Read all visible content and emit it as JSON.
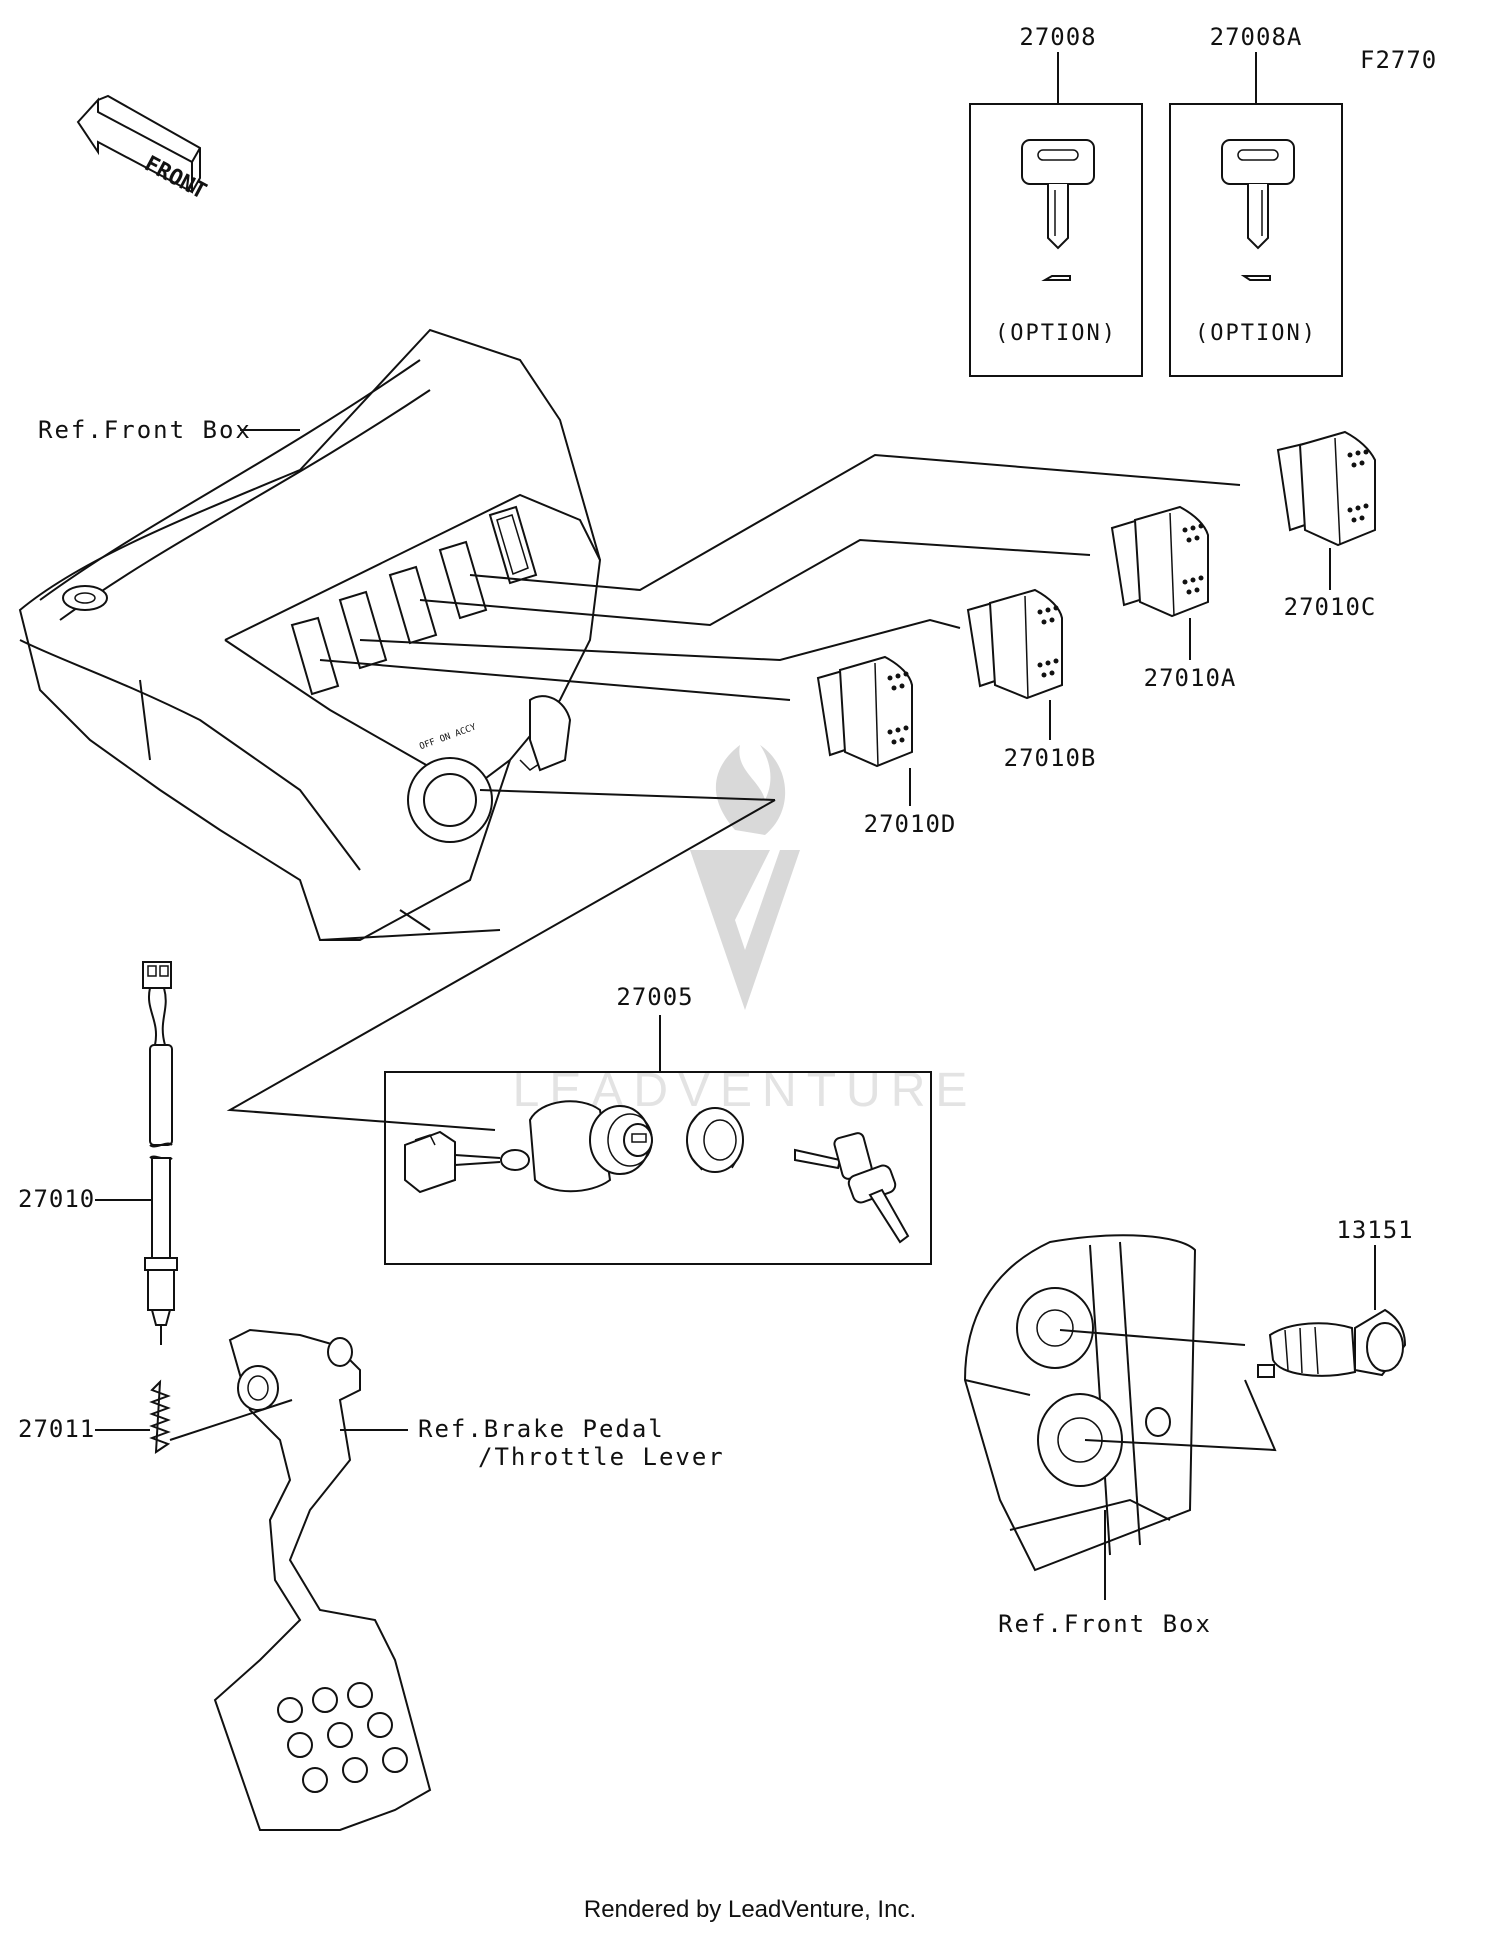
{
  "diagram_code": "F2770",
  "front_arrow_text": "FRONT",
  "watermark_text": "LEADVENTURE",
  "parts": {
    "p27008": "27008",
    "p27008A": "27008A",
    "p27010C": "27010C",
    "p27010A": "27010A",
    "p27010B": "27010B",
    "p27010D": "27010D",
    "p27005": "27005",
    "p27010": "27010",
    "p27011": "27011",
    "p13151": "13151"
  },
  "option_label": "(OPTION)",
  "refs": {
    "front_box_top": "Ref.Front Box",
    "brake_pedal_line1": "Ref.Brake Pedal",
    "brake_pedal_line2": "/Throttle Lever",
    "front_box_bottom": "Ref.Front Box"
  },
  "footer": "Rendered by LeadVenture, Inc."
}
